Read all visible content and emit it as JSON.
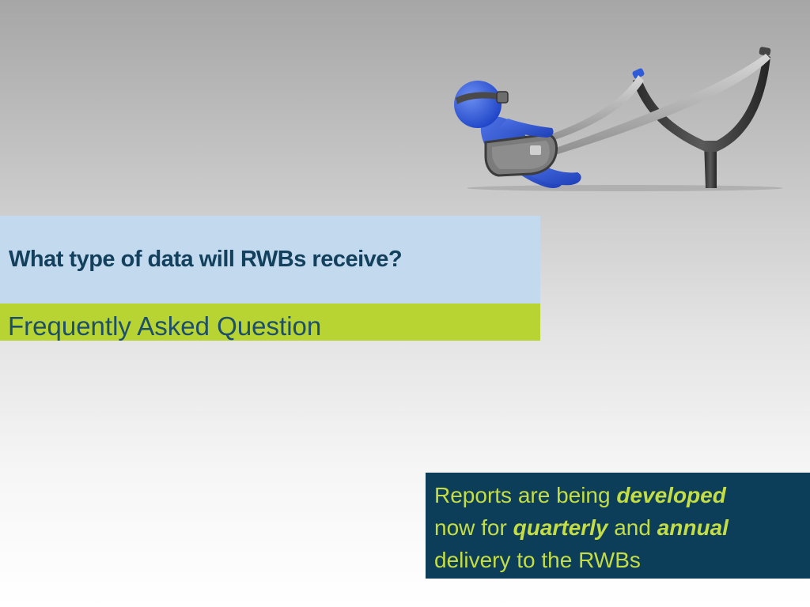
{
  "slide": {
    "title": "What type of data will RWBs receive?",
    "subtitle": "Frequently Asked Question",
    "illustration_icon": "slingshot-figure-icon",
    "colors": {
      "title_band": "#c2d9ee",
      "title_text": "#13405c",
      "subtitle_band": "#b8d433",
      "subtitle_text": "#1e4f6a",
      "answer_box": "#0c3e5a",
      "answer_text": "#c4dd44"
    },
    "answer": {
      "line1_plain": "Reports are being ",
      "line1_em": "developed",
      "line2_plain_a": "now for ",
      "line2_em_a": "quarterly",
      "line2_plain_b": " and ",
      "line2_em_b": "annual",
      "line3_plain": "delivery to the RWBs"
    }
  }
}
